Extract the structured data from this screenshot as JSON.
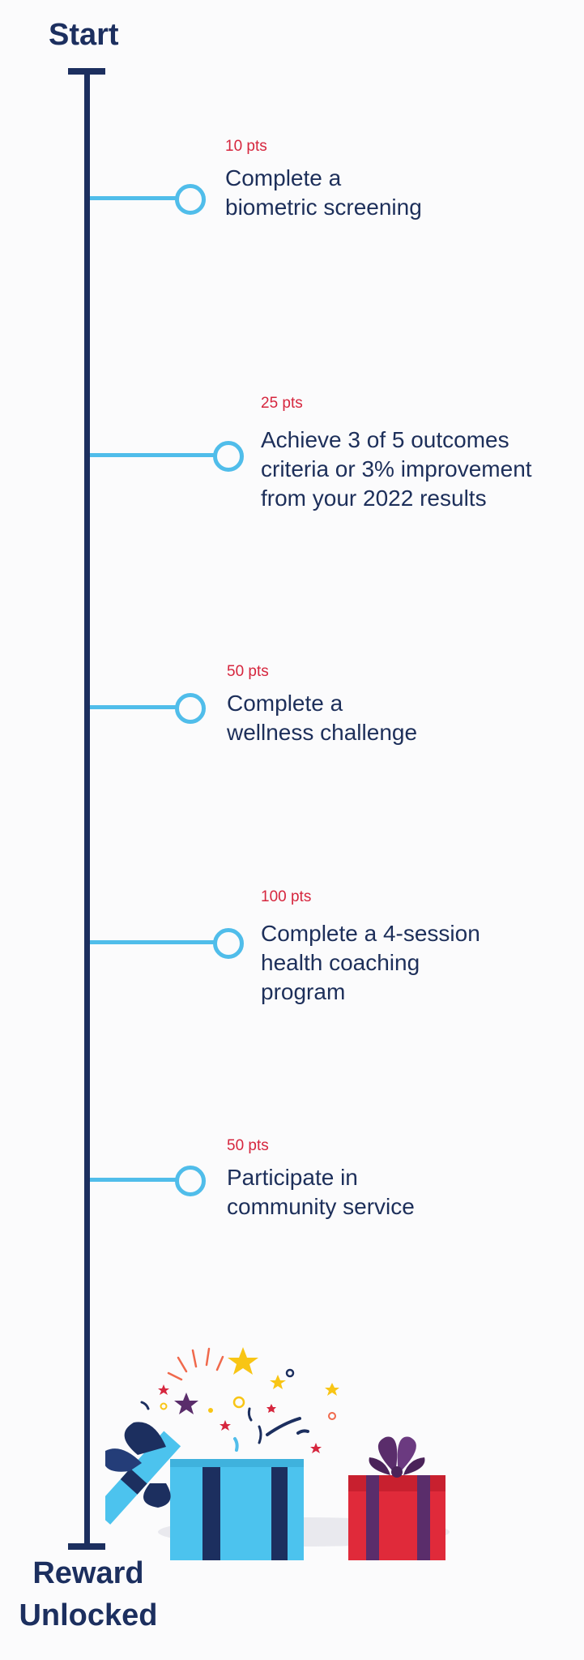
{
  "labels": {
    "start": "Start",
    "end": "Reward\nUnlocked"
  },
  "milestones": [
    {
      "points": "10 pts",
      "text": "Complete a\nbiometric screening"
    },
    {
      "points": "25 pts",
      "text": "Achieve 3 of 5 outcomes\ncriteria or 3% improvement\nfrom your 2022 results"
    },
    {
      "points": "50 pts",
      "text": "Complete a\nwellness challenge"
    },
    {
      "points": "100 pts",
      "text": "Complete a 4-session\nhealth coaching\nprogram"
    },
    {
      "points": "50 pts",
      "text": "Participate in\ncommunity service"
    }
  ],
  "colors": {
    "navy": "#1c2f5f",
    "accent_blue": "#50bdea",
    "points_red": "#d6263e",
    "gift_blue": "#4cc3ee",
    "gift_red": "#e02a3a",
    "ribbon_purple": "#5a2d6b"
  },
  "illustration": {
    "icon": "gift-boxes-icon"
  }
}
